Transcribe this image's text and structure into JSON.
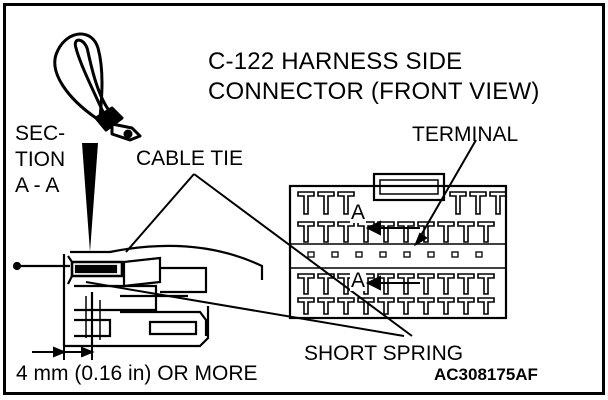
{
  "title": {
    "line1": "C-122 HARNESS SIDE",
    "line2": "CONNECTOR (FRONT VIEW)"
  },
  "section": {
    "line1": "SEC-",
    "line2": "TION",
    "line3": "A - A"
  },
  "labels": {
    "terminal": "TERMINAL",
    "cable_tie": "CABLE TIE",
    "short_spring": "SHORT SPRING",
    "dimension": "4 mm (0.16 in) OR MORE",
    "figure_code": "AC308175AF",
    "marker_a_top": "A",
    "marker_a_bottom": "A"
  }
}
